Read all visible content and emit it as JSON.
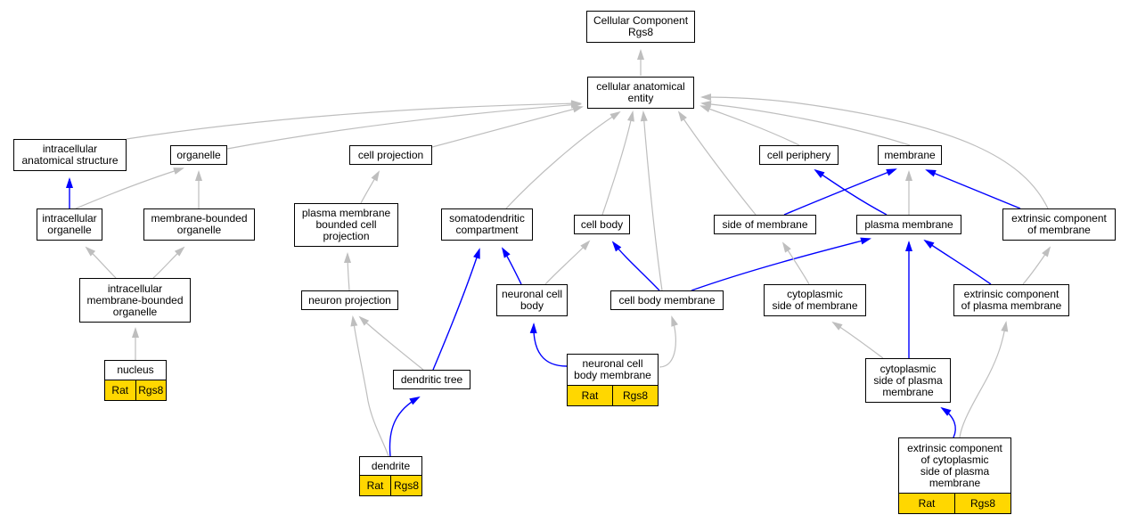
{
  "colors": {
    "gray_edge": "#BEBEBE",
    "blue_edge": "#0000FF",
    "annotation_fill": "#FFD700"
  },
  "nodes": {
    "root": {
      "label": "Cellular Component\nRgs8"
    },
    "cae": {
      "label": "cellular anatomical\nentity"
    },
    "intracellular_anat": {
      "label": "intracellular\nanatomical structure"
    },
    "organelle": {
      "label": "organelle"
    },
    "cell_projection": {
      "label": "cell projection"
    },
    "cell_periphery": {
      "label": "cell periphery"
    },
    "membrane": {
      "label": "membrane"
    },
    "intracellular_organelle": {
      "label": "intracellular\norganelle"
    },
    "membrane_bounded_organelle": {
      "label": "membrane-bounded\norganelle"
    },
    "pm_bounded_projection": {
      "label": "plasma membrane\nbounded cell\nprojection"
    },
    "somatodendritic": {
      "label": "somatodendritic\ncompartment"
    },
    "cell_body": {
      "label": "cell body"
    },
    "side_of_membrane": {
      "label": "side of membrane"
    },
    "plasma_membrane": {
      "label": "plasma membrane"
    },
    "extrinsic_membrane": {
      "label": "extrinsic component\nof membrane"
    },
    "intra_mb_organelle": {
      "label": "intracellular\nmembrane-bounded\norganelle"
    },
    "neuron_projection": {
      "label": "neuron projection"
    },
    "neuronal_cell_body": {
      "label": "neuronal cell\nbody"
    },
    "cell_body_membrane": {
      "label": "cell body membrane"
    },
    "cytoplasmic_side_membrane": {
      "label": "cytoplasmic\nside of membrane"
    },
    "extrinsic_pm": {
      "label": "extrinsic component\nof plasma membrane"
    },
    "nucleus": {
      "label": "nucleus",
      "annotations": [
        "Rat",
        "Rgs8"
      ]
    },
    "dendritic_tree": {
      "label": "dendritic tree"
    },
    "ncb_membrane": {
      "label": "neuronal cell\nbody membrane",
      "annotations": [
        "Rat",
        "Rgs8"
      ]
    },
    "cyto_side_pm": {
      "label": "cytoplasmic\nside of plasma\nmembrane"
    },
    "dendrite": {
      "label": "dendrite",
      "annotations": [
        "Rat",
        "Rgs8"
      ]
    },
    "extrinsic_cyto_pm": {
      "label": "extrinsic component\nof cytoplasmic\nside of plasma\nmembrane",
      "annotations": [
        "Rat",
        "Rgs8"
      ]
    }
  },
  "edges": [
    {
      "from": "cae",
      "to": "root",
      "relation": "is_a"
    },
    {
      "from": "intracellular_anat",
      "to": "cae",
      "relation": "is_a"
    },
    {
      "from": "organelle",
      "to": "cae",
      "relation": "is_a"
    },
    {
      "from": "cell_projection",
      "to": "cae",
      "relation": "is_a"
    },
    {
      "from": "cell_periphery",
      "to": "cae",
      "relation": "is_a"
    },
    {
      "from": "membrane",
      "to": "cae",
      "relation": "is_a"
    },
    {
      "from": "somatodendritic",
      "to": "cae",
      "relation": "is_a"
    },
    {
      "from": "cell_body",
      "to": "cae",
      "relation": "is_a"
    },
    {
      "from": "cell_body_membrane",
      "to": "cae",
      "relation": "is_a"
    },
    {
      "from": "side_of_membrane",
      "to": "cae",
      "relation": "is_a"
    },
    {
      "from": "extrinsic_membrane",
      "to": "cae",
      "relation": "is_a"
    },
    {
      "from": "intracellular_organelle",
      "to": "intracellular_anat",
      "relation": "part_of"
    },
    {
      "from": "intracellular_organelle",
      "to": "organelle",
      "relation": "is_a"
    },
    {
      "from": "membrane_bounded_organelle",
      "to": "organelle",
      "relation": "is_a"
    },
    {
      "from": "pm_bounded_projection",
      "to": "cell_projection",
      "relation": "is_a"
    },
    {
      "from": "side_of_membrane",
      "to": "membrane",
      "relation": "part_of"
    },
    {
      "from": "plasma_membrane",
      "to": "cell_periphery",
      "relation": "part_of"
    },
    {
      "from": "plasma_membrane",
      "to": "membrane",
      "relation": "is_a"
    },
    {
      "from": "extrinsic_membrane",
      "to": "membrane",
      "relation": "part_of"
    },
    {
      "from": "intra_mb_organelle",
      "to": "intracellular_organelle",
      "relation": "is_a"
    },
    {
      "from": "intra_mb_organelle",
      "to": "membrane_bounded_organelle",
      "relation": "is_a"
    },
    {
      "from": "neuron_projection",
      "to": "pm_bounded_projection",
      "relation": "is_a"
    },
    {
      "from": "neuronal_cell_body",
      "to": "somatodendritic",
      "relation": "part_of"
    },
    {
      "from": "neuronal_cell_body",
      "to": "cell_body",
      "relation": "is_a"
    },
    {
      "from": "cell_body_membrane",
      "to": "cell_body",
      "relation": "part_of"
    },
    {
      "from": "cell_body_membrane",
      "to": "plasma_membrane",
      "relation": "part_of"
    },
    {
      "from": "cytoplasmic_side_membrane",
      "to": "side_of_membrane",
      "relation": "is_a"
    },
    {
      "from": "extrinsic_pm",
      "to": "plasma_membrane",
      "relation": "part_of"
    },
    {
      "from": "extrinsic_pm",
      "to": "extrinsic_membrane",
      "relation": "is_a"
    },
    {
      "from": "nucleus",
      "to": "intra_mb_organelle",
      "relation": "is_a"
    },
    {
      "from": "dendritic_tree",
      "to": "neuron_projection",
      "relation": "is_a"
    },
    {
      "from": "dendritic_tree",
      "to": "somatodendritic",
      "relation": "part_of"
    },
    {
      "from": "ncb_membrane",
      "to": "neuronal_cell_body",
      "relation": "part_of"
    },
    {
      "from": "ncb_membrane",
      "to": "cell_body_membrane",
      "relation": "is_a"
    },
    {
      "from": "cyto_side_pm",
      "to": "cytoplasmic_side_membrane",
      "relation": "is_a"
    },
    {
      "from": "cyto_side_pm",
      "to": "plasma_membrane",
      "relation": "part_of"
    },
    {
      "from": "dendrite",
      "to": "neuron_projection",
      "relation": "is_a"
    },
    {
      "from": "dendrite",
      "to": "dendritic_tree",
      "relation": "part_of"
    },
    {
      "from": "extrinsic_cyto_pm",
      "to": "extrinsic_pm",
      "relation": "is_a"
    },
    {
      "from": "extrinsic_cyto_pm",
      "to": "cyto_side_pm",
      "relation": "part_of"
    }
  ]
}
